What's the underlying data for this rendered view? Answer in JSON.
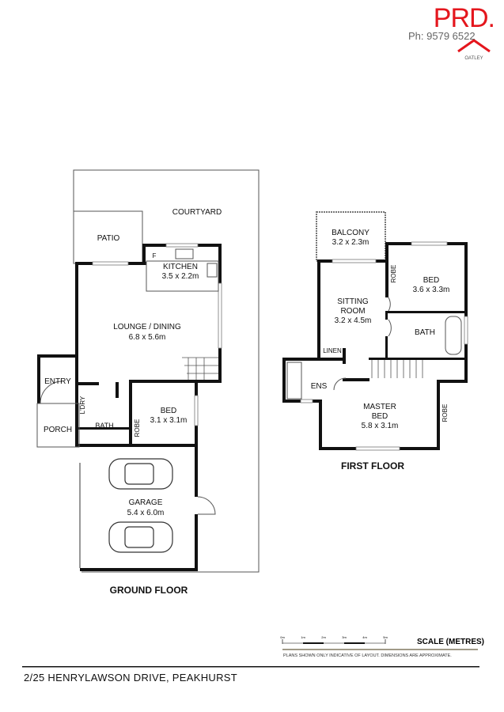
{
  "brand": {
    "logo_text": "PRD.",
    "office": "OATLEY",
    "phone": "Ph: 9579 6522",
    "color": "#e4161d"
  },
  "ground_floor": {
    "title": "GROUND FLOOR",
    "rooms": {
      "courtyard": "COURTYARD",
      "patio": "PATIO",
      "kitchen": {
        "name": "KITCHEN",
        "size": "3.5 x 2.2m"
      },
      "fridge": "F",
      "lounge": {
        "name": "LOUNGE / DINING",
        "size": "6.8 x 5.6m"
      },
      "entry": "ENTRY",
      "porch": "PORCH",
      "laundry": "L'DRY",
      "bath": "BATH",
      "robe": "ROBE",
      "bed": {
        "name": "BED",
        "size": "3.1 x 3.1m"
      },
      "garage": {
        "name": "GARAGE",
        "size": "5.4 x 6.0m"
      }
    }
  },
  "first_floor": {
    "title": "FIRST FLOOR",
    "rooms": {
      "balcony": {
        "name": "BALCONY",
        "size": "3.2 x 2.3m"
      },
      "sitting": {
        "name1": "SITTING",
        "name2": "ROOM",
        "size": "3.2 x 4.5m"
      },
      "bed": {
        "name": "BED",
        "size": "3.6 x 3.3m"
      },
      "robe1": "ROBE",
      "bath": "BATH",
      "linen": "LINEN",
      "ens": "ENS",
      "master": {
        "name1": "MASTER",
        "name2": "BED",
        "size": "5.8 x 3.1m"
      },
      "robe2": "ROBE"
    }
  },
  "scale": {
    "title": "SCALE (METRES)",
    "ticks": [
      "0m",
      "1m",
      "2m",
      "3m",
      "4m",
      "5m"
    ],
    "disclaimer": "PLANS SHOWN ONLY INDICATIVE OF LAYOUT.  DIMENSIONS ARE APPROXIMATE."
  },
  "address": "2/25 HENRYLAWSON DRIVE, PEAKHURST"
}
